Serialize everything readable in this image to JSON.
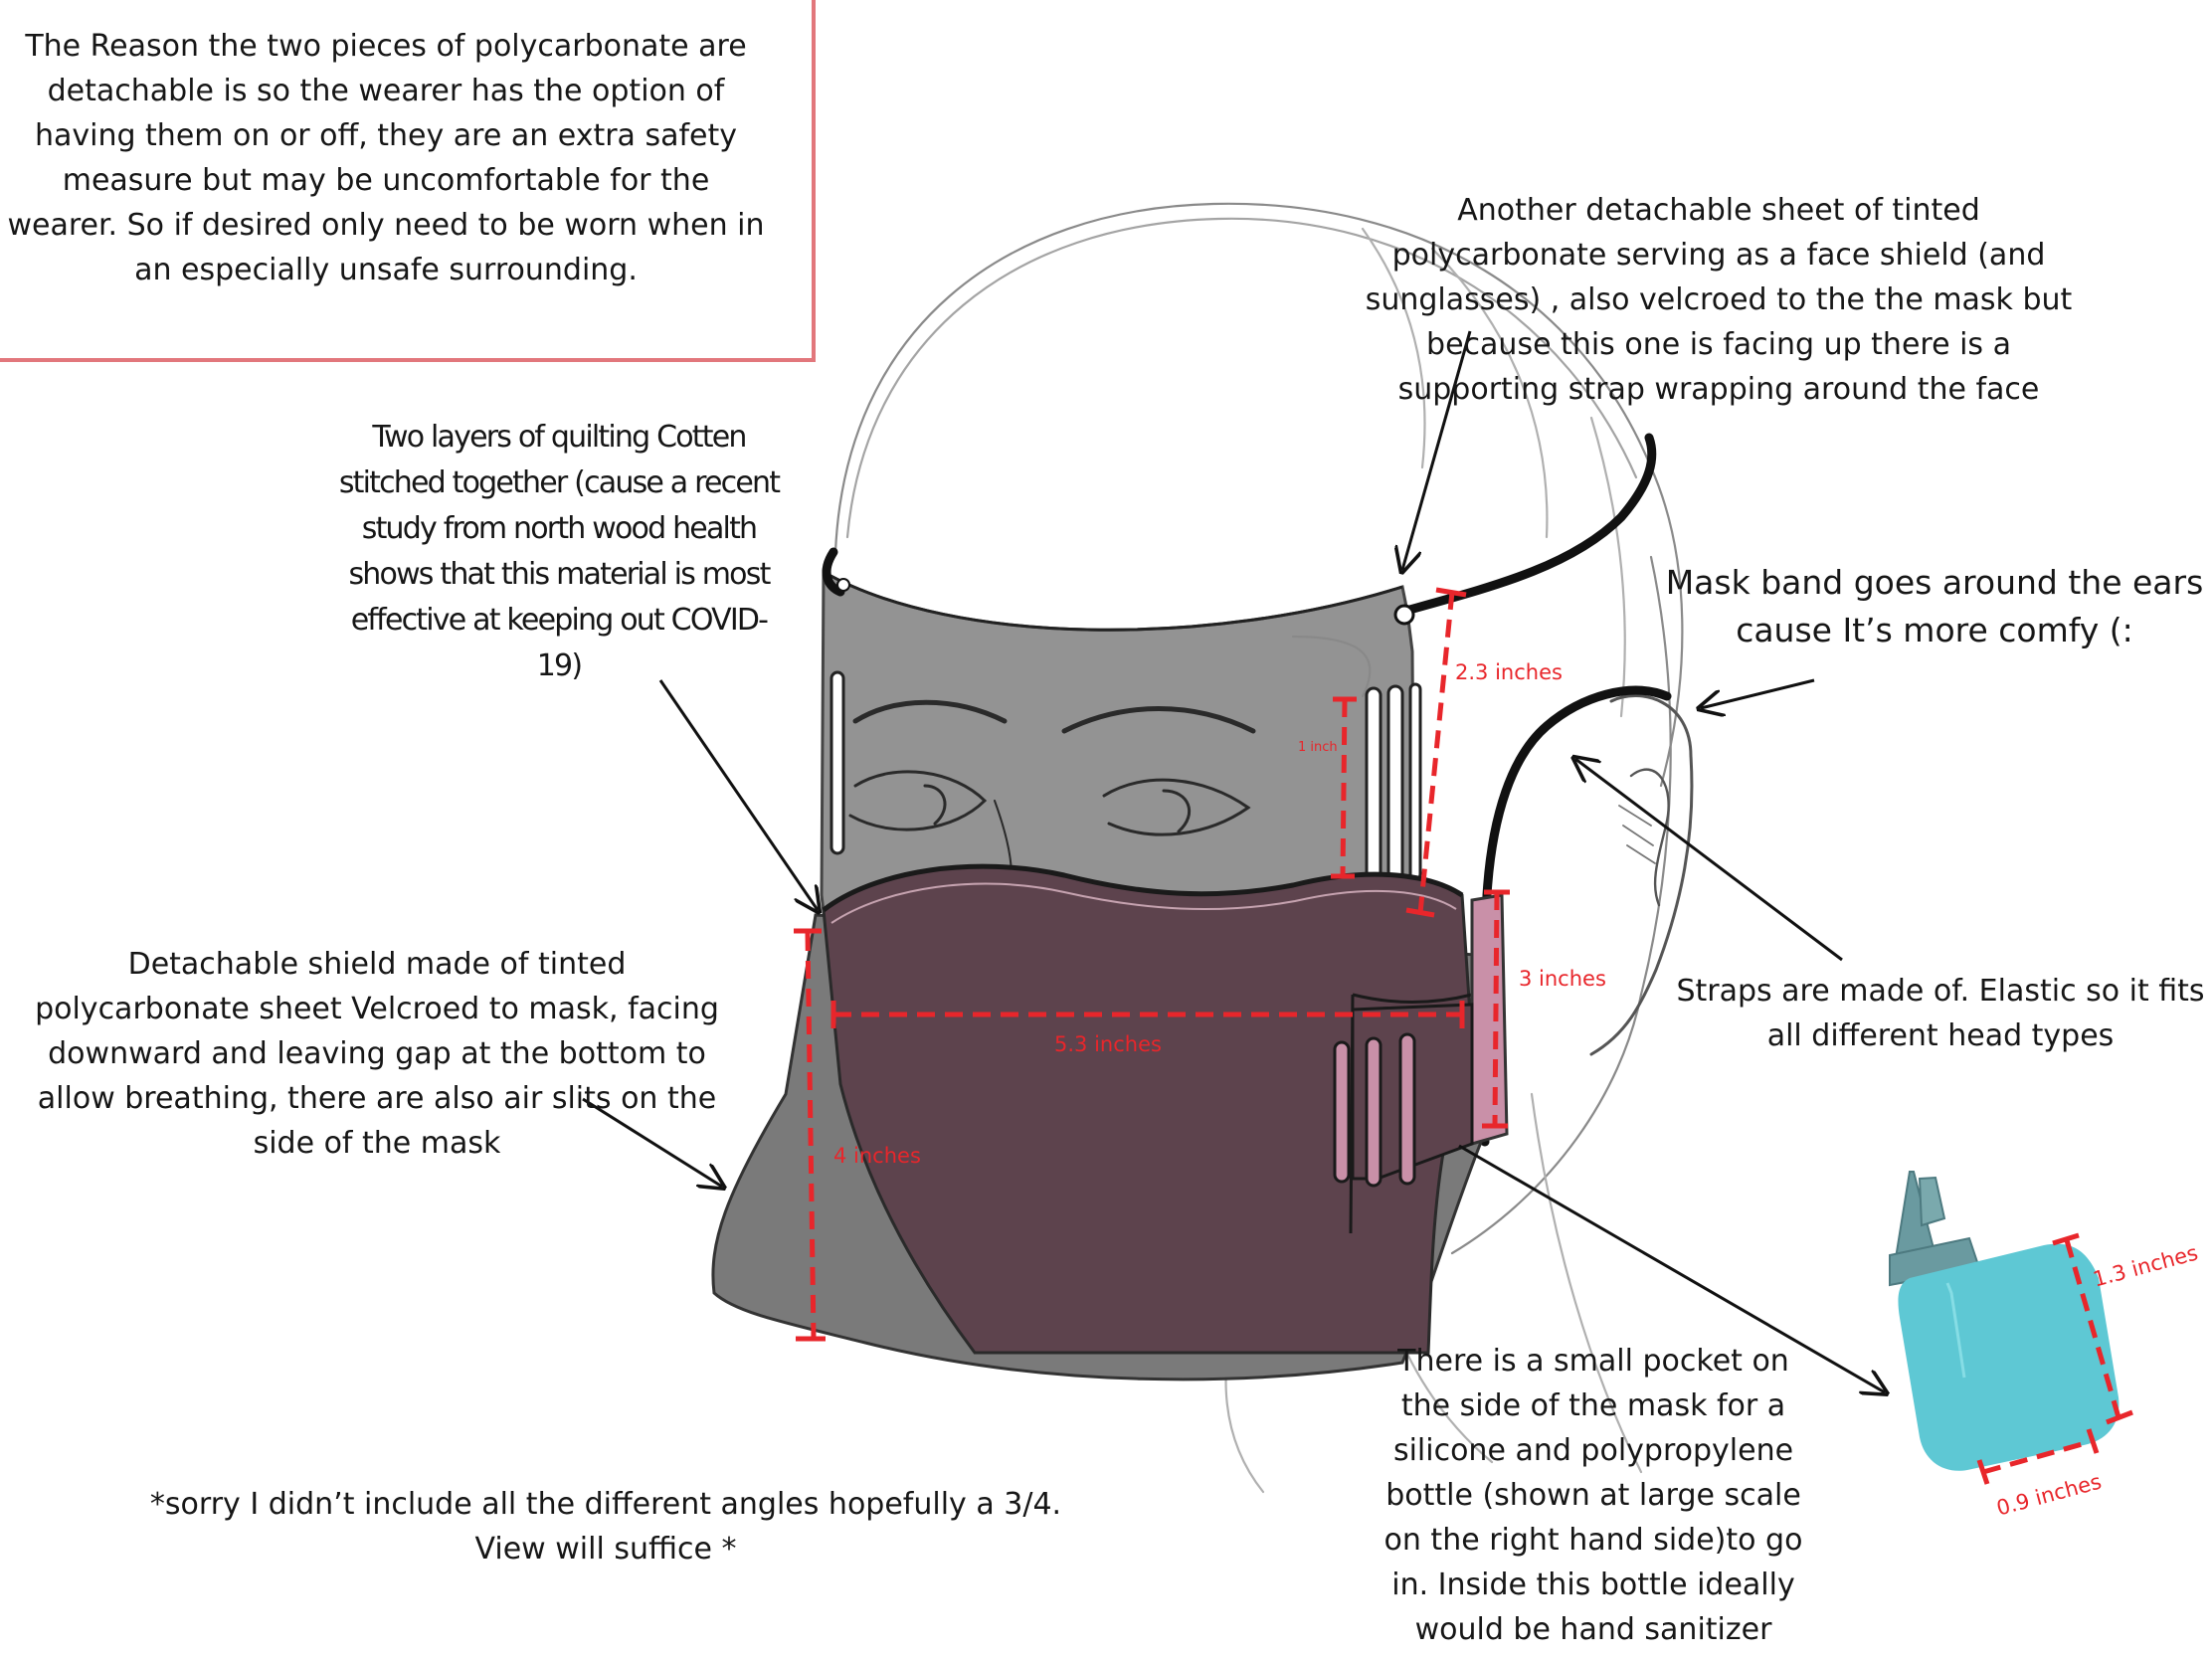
{
  "notes": {
    "detachable_reason": "The Reason the two pieces of  polycarbonate are detachable is so the wearer has the option of having them on or off, they are an extra safety measure but may be uncomfortable for the wearer. So if desired only need to be worn when in an especially unsafe surrounding.",
    "face_shield": "Another detachable sheet of tinted polycarbonate serving as a face shield (and sunglasses) , also velcroed to the the mask but because this one is facing up there is a supporting strap wrapping around the face",
    "cotton_layers": "Two layers of quilting Cotten stitched together (cause a recent study from north wood health shows that this material is most effective at keeping out COVID-19)",
    "mask_band": "Mask band goes around the ears cause It’s more comfy (:",
    "straps": "Straps are made of. Elastic so it fits all different head types",
    "bottom_shield": "Detachable shield made of tinted polycarbonate sheet Velcroed to mask, facing downward and leaving gap at the bottom to allow breathing, there are also air slits on the side of the mask",
    "pocket": "There is a small pocket on the side of the mask for a silicone and polypropylene bottle (shown at large scale on the right hand side)to go in. Inside this bottle ideally would be hand sanitizer",
    "apology": "*sorry I didn’t include all the different angles hopefully a 3/4. View will suffice *"
  },
  "dimensions": {
    "shield_height": "2.3 inches",
    "slit_length": "1 inch",
    "pocket_height": "3 inches",
    "mask_width": "5.3 inches",
    "bottom_shield_height": "4 inches",
    "bottle_height": "1.3 inches",
    "bottle_width": "0.9 inches"
  },
  "colors": {
    "annotation_red": "#e8262b",
    "box_border": "#e2777c",
    "mask_fabric": "#5d434d",
    "pocket_pink": "#c990a8",
    "shield_gray": "#808080",
    "bottle_teal": "#5ec8d4",
    "bottle_cap": "#6a9aa0"
  }
}
